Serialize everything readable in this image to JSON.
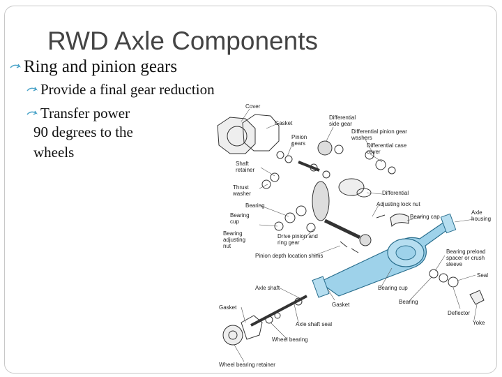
{
  "slide": {
    "title": "RWD Axle Components",
    "bullets": [
      {
        "level": 1,
        "text": "Ring and pinion gears"
      },
      {
        "level": 2,
        "text": "Provide a final gear reduction"
      },
      {
        "level": 2,
        "text": "Transfer power"
      }
    ],
    "continuation": [
      "90 degrees to the",
      "wheels"
    ]
  },
  "diagram": {
    "labels": {
      "cover": "Cover",
      "gasket_top": "Gasket",
      "differential_side_gear": "Differential side gear",
      "pinion_gears": "Pinion gears",
      "differential_pinion_gear_washers": "Differential pinion gear washers",
      "differential_case_cover": "Differential case cover",
      "shaft_retainer": "Shaft retainer",
      "thrust_washer": "Thrust washer",
      "differential": "Differential",
      "bearing": "Bearing",
      "adjusting_lock_nut": "Adjusting lock nut",
      "bearing_cup": "Bearing cup",
      "bearing_cap": "Bearing cap",
      "axle_housing": "Axle housing",
      "bearing_adjusting_nut": "Bearing adjusting nut",
      "drive_pinion_ring_gear": "Drive pinion and ring gear",
      "pinion_depth_shims": "Pinion depth location shims",
      "bearing_preload_spacer": "Bearing preload spacer or crush sleeve",
      "seal": "Seal",
      "axle_shaft": "Axle shaft",
      "bearing_cup_lower": "Bearing cup",
      "bearing_lower": "Bearing",
      "gasket_lower": "Gasket",
      "deflector": "Deflector",
      "gasket_left": "Gasket",
      "axle_shaft_seal": "Axle shaft seal",
      "yoke": "Yoke",
      "wheel_bearing": "Wheel bearing",
      "wheel_bearing_retainer": "Wheel bearing retainer"
    },
    "colors": {
      "housing": "#9ed2ea",
      "housing_stroke": "#2a6f8e",
      "line": "#333333"
    }
  }
}
